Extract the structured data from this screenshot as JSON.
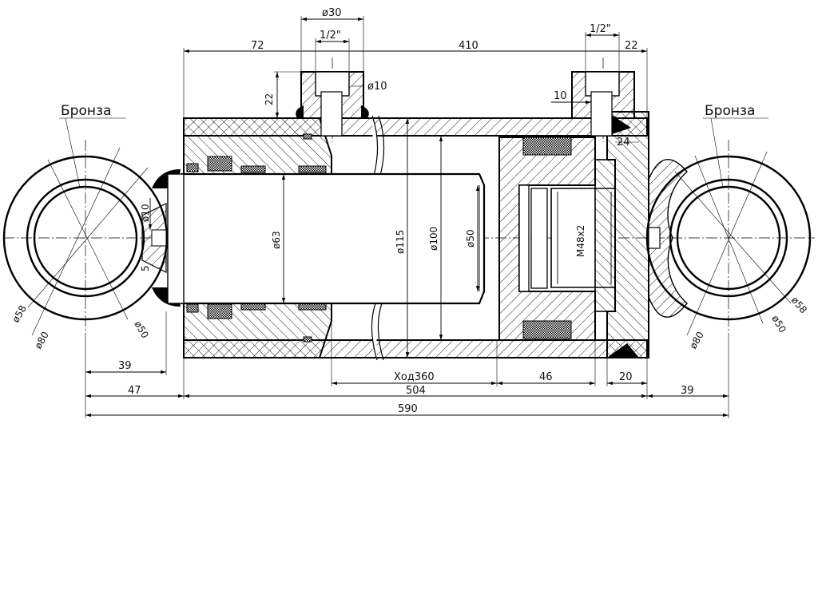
{
  "labels": {
    "bronze_left": "Бронза",
    "bronze_right": "Бронза"
  },
  "dims": {
    "d30": "ø30",
    "thread_left": "1/2\"",
    "thread_right": "1/2\"",
    "l72": "72",
    "l410": "410",
    "l22_top": "22",
    "h22": "22",
    "d10_top": "ø10",
    "l10": "10",
    "l24": "24",
    "d10_left": "ø10",
    "d5": "5",
    "d63": "ø63",
    "d115": "ø115",
    "d100": "ø100",
    "d50_rod": "ø50",
    "m48": "M48x2",
    "stroke": "Ход360",
    "l46": "46",
    "l20": "20",
    "l39_left": "39",
    "l47": "47",
    "l504": "504",
    "l39_right": "39",
    "l590": "590",
    "d58_left": "ø58",
    "d80_left": "ø80",
    "d50_left": "ø50",
    "d58_right": "ø58",
    "d80_right": "ø80",
    "d50_right": "ø50"
  }
}
